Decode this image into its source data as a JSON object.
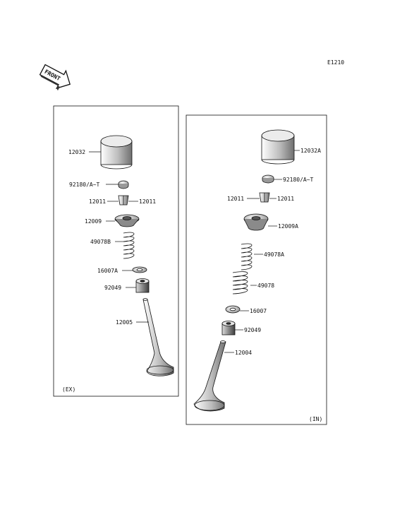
{
  "page_code": "E1210",
  "front_badge": "FRONT",
  "panels": {
    "exhaust": {
      "tag": "(EX)",
      "parts": {
        "lifter": "12032",
        "shim": "92180/A~T",
        "keeper_left": "12011",
        "keeper_right": "12011",
        "retainer": "12009",
        "spring": "49078B",
        "spring_seat": "16007A",
        "stem_seal": "92049",
        "valve": "12005"
      }
    },
    "intake": {
      "tag": "(IN)",
      "parts": {
        "lifter": "12032A",
        "shim": "92180/A~T",
        "keeper_left": "12011",
        "keeper_right": "12011",
        "retainer": "12009A",
        "spring_inner": "49078A",
        "spring_outer": "49078",
        "spring_seat": "16007",
        "stem_seal": "92049",
        "valve": "12004"
      }
    }
  }
}
